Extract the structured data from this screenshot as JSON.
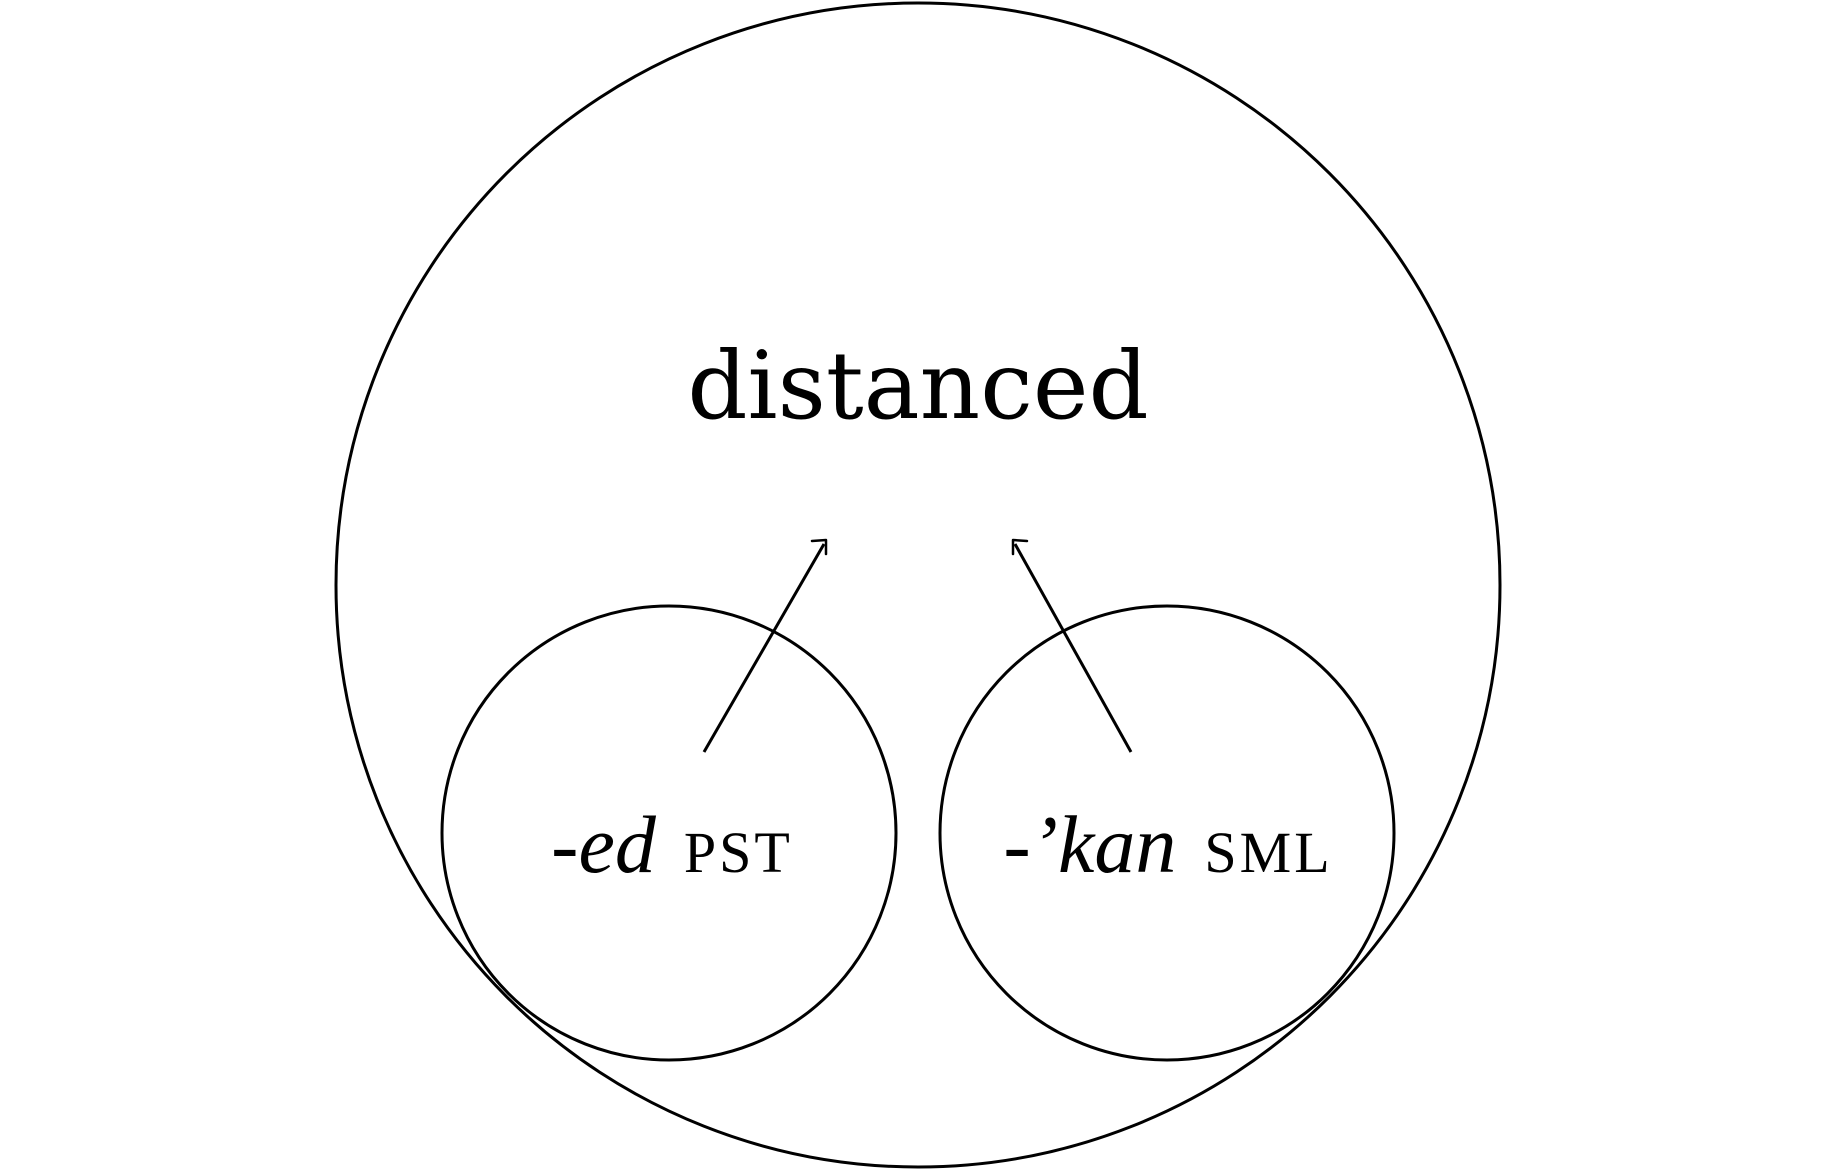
{
  "diagram": {
    "outer_label": "distanced",
    "inner_left": {
      "morpheme": "-ed",
      "gloss": "PST"
    },
    "inner_right": {
      "morpheme": "-’kan",
      "gloss": "SML"
    }
  }
}
